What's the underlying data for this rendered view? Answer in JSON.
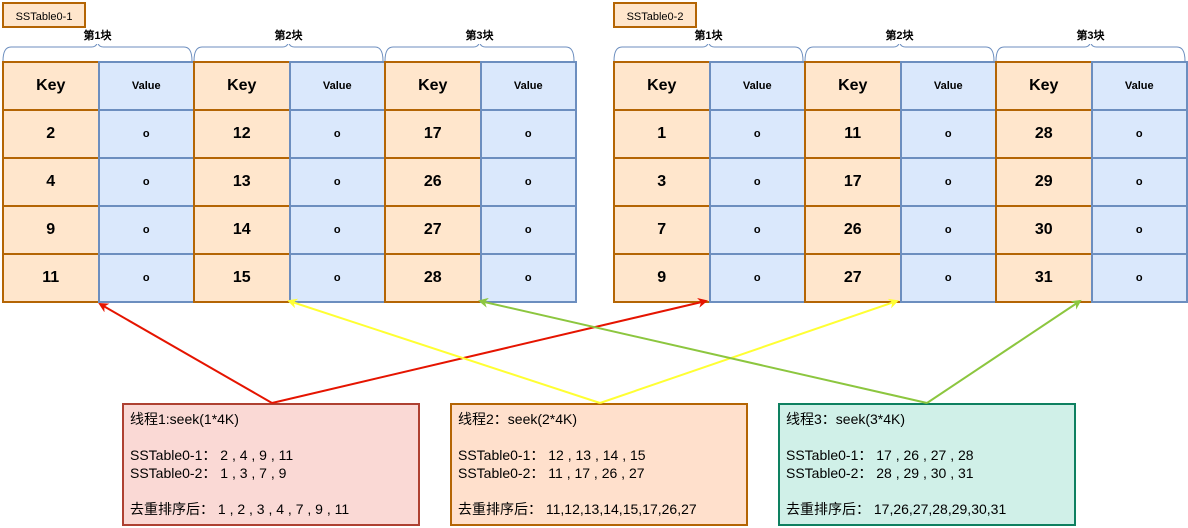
{
  "tables": [
    {
      "name": "SSTable0-1",
      "blocks": [
        {
          "label": "第1块",
          "key_header": "Key",
          "value_header": "Value",
          "rows": [
            [
              "2",
              "o"
            ],
            [
              "4",
              "o"
            ],
            [
              "9",
              "o"
            ],
            [
              "11",
              "o"
            ]
          ]
        },
        {
          "label": "第2块",
          "key_header": "Key",
          "value_header": "Value",
          "rows": [
            [
              "12",
              "o"
            ],
            [
              "13",
              "o"
            ],
            [
              "14",
              "o"
            ],
            [
              "15",
              "o"
            ]
          ]
        },
        {
          "label": "第3块",
          "key_header": "Key",
          "value_header": "Value",
          "rows": [
            [
              "17",
              "o"
            ],
            [
              "26",
              "o"
            ],
            [
              "27",
              "o"
            ],
            [
              "28",
              "o"
            ]
          ]
        }
      ]
    },
    {
      "name": "SSTable0-2",
      "blocks": [
        {
          "label": "第1块",
          "key_header": "Key",
          "value_header": "Value",
          "rows": [
            [
              "1",
              "o"
            ],
            [
              "3",
              "o"
            ],
            [
              "7",
              "o"
            ],
            [
              "9",
              "o"
            ]
          ]
        },
        {
          "label": "第2块",
          "key_header": "Key",
          "value_header": "Value",
          "rows": [
            [
              "11",
              "o"
            ],
            [
              "17",
              "o"
            ],
            [
              "26",
              "o"
            ],
            [
              "27",
              "o"
            ]
          ]
        },
        {
          "label": "第3块",
          "key_header": "Key",
          "value_header": "Value",
          "rows": [
            [
              "28",
              "o"
            ],
            [
              "29",
              "o"
            ],
            [
              "30",
              "o"
            ],
            [
              "31",
              "o"
            ]
          ]
        }
      ]
    }
  ],
  "threads": [
    {
      "title": "线程1:seek(1*4K)",
      "line1": "SSTable0-1： 2 , 4 , 9 , 11",
      "line2": "SSTable0-2： 1 , 3 , 7 , 9",
      "result": "去重排序后： 1 , 2 , 3 , 4 , 7 , 9 , 11",
      "fill": "#fad9d5",
      "stroke": "#ae4132",
      "arrow_color": "#e51400"
    },
    {
      "title": "线程2：seek(2*4K)",
      "line1": "SSTable0-1： 12 , 13 , 14 , 15",
      "line2": "SSTable0-2： 11 , 17 , 26 , 27",
      "result": "去重排序后： 11,12,13,14,15,17,26,27",
      "fill": "#ffe0cc",
      "stroke": "#b46504",
      "arrow_color": "#ffff33"
    },
    {
      "title": "线程3：seek(3*4K)",
      "line1": "SSTable0-1： 17 , 26 , 27 , 28",
      "line2": "SSTable0-2： 28 , 29 , 30 , 31",
      "result": "去重排序后： 17,26,27,28,29,30,31",
      "fill": "#d0f0e8",
      "stroke": "#0e8060",
      "arrow_color": "#8cc63f"
    }
  ]
}
